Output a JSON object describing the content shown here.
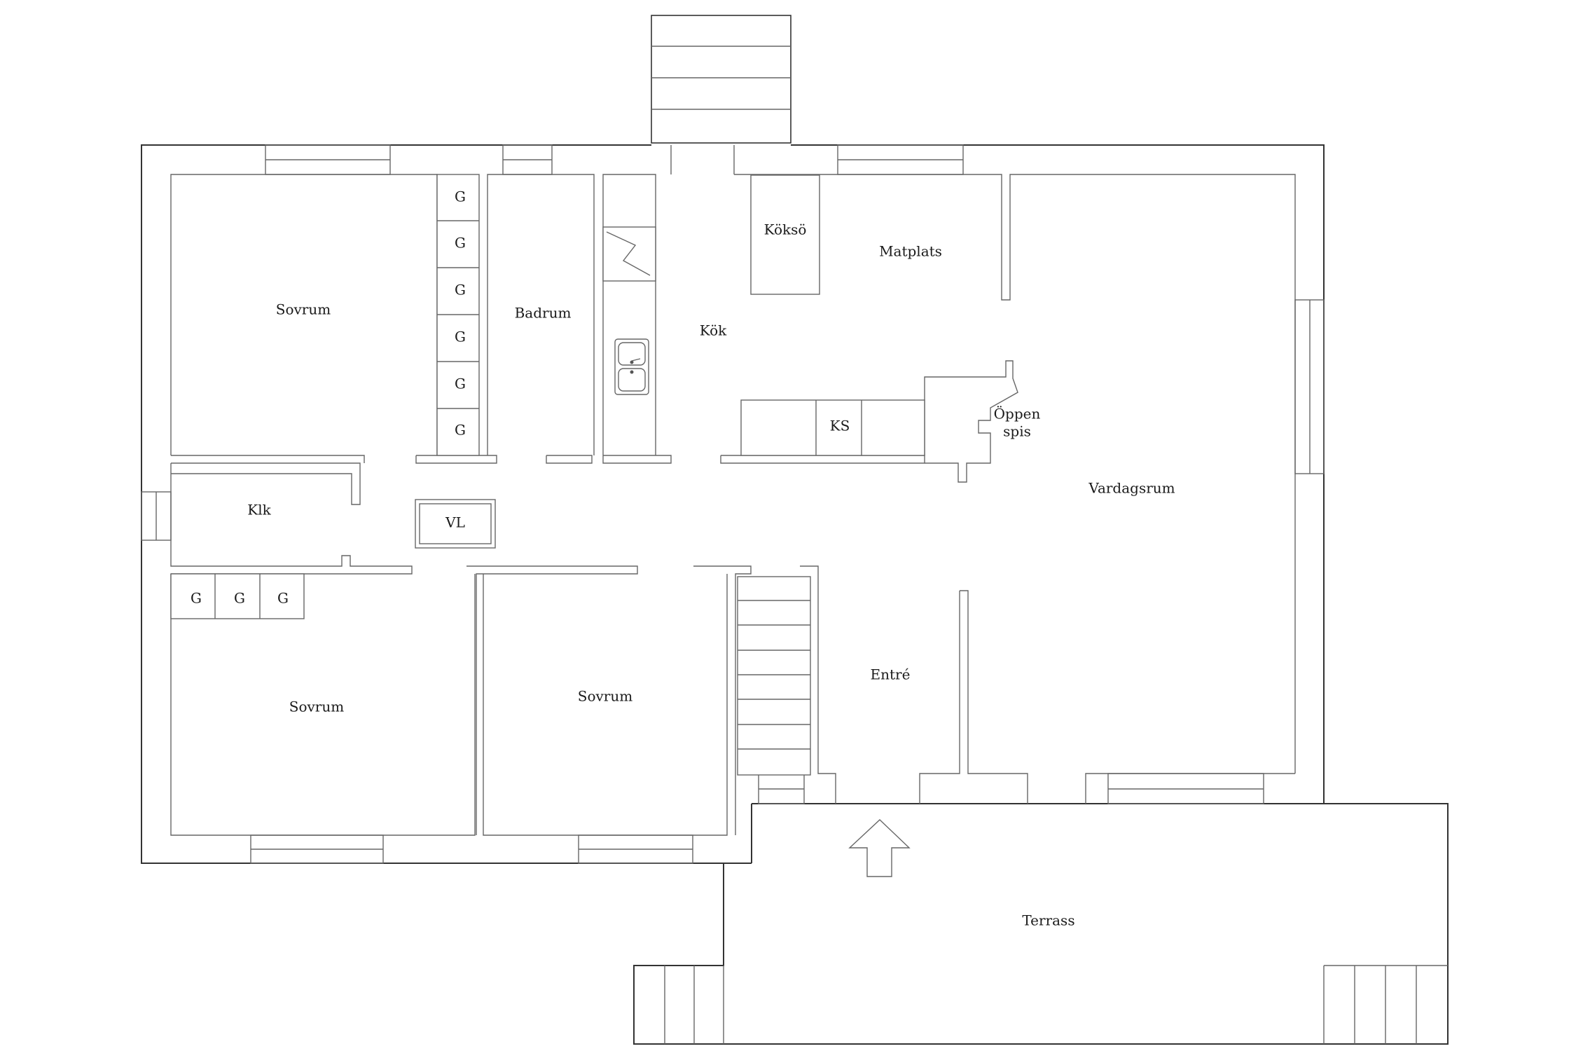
{
  "rooms": {
    "sovrum_top": "Sovrum",
    "badrum": "Badrum",
    "kok": "Kök",
    "kokso": "Köksö",
    "matplats": "Matplats",
    "oppen_spis_1": "Öppen",
    "oppen_spis_2": "spis",
    "vardagsrum": "Vardagsrum",
    "klk": "Klk",
    "vl": "VL",
    "ks": "KS",
    "sovrum_bottom_left": "Sovrum",
    "sovrum_bottom_mid": "Sovrum",
    "entre": "Entré",
    "terrass": "Terrass"
  },
  "wardrobes": {
    "vertical": [
      "G",
      "G",
      "G",
      "G",
      "G",
      "G"
    ],
    "horizontal": [
      "G",
      "G",
      "G"
    ]
  }
}
